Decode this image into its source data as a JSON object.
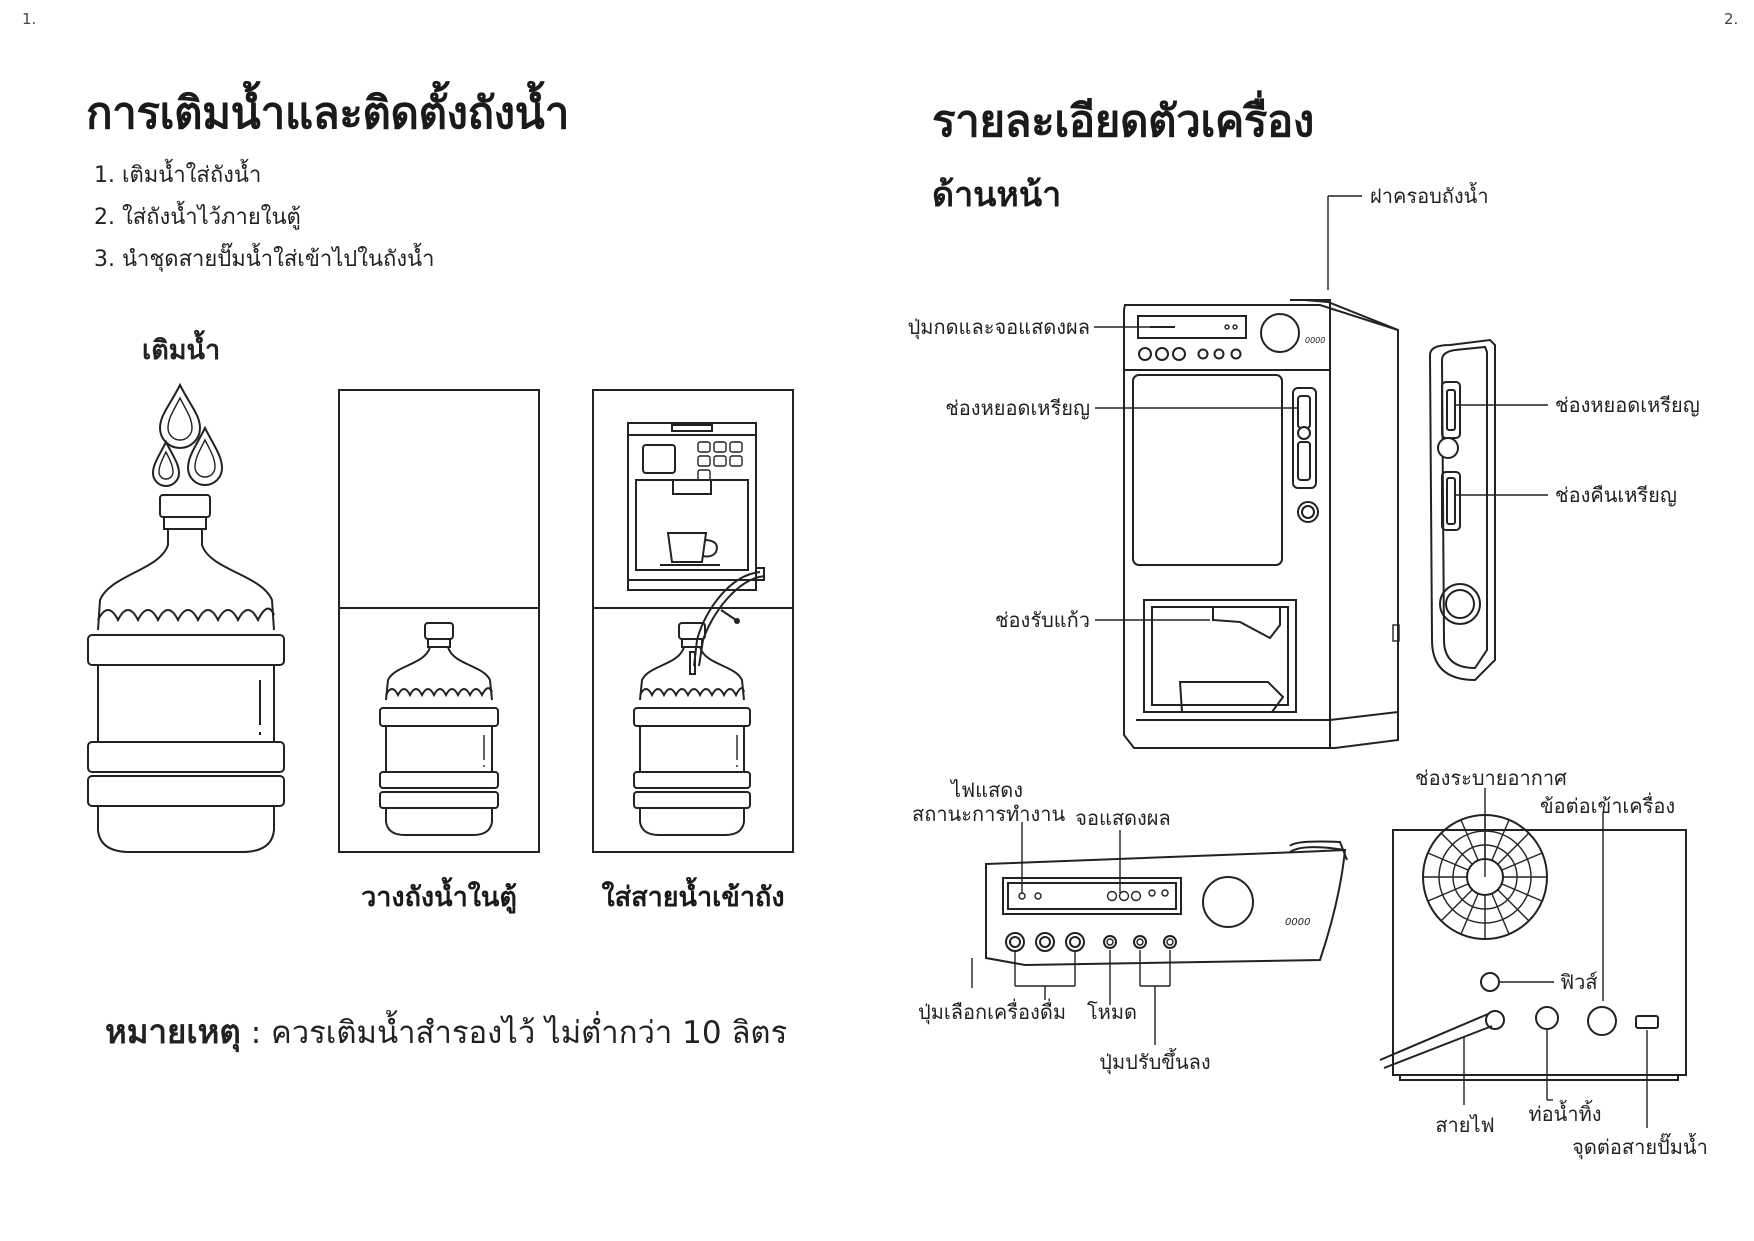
{
  "page_numbers": {
    "left": "1.",
    "right": "2."
  },
  "left": {
    "title": "การเติมน้ำและติดตั้งถังน้ำ",
    "steps": [
      "1.  เติมน้ำใส่ถังน้ำ",
      "2.  ใส่ถังน้ำไว้ภายในตู้",
      "3.  นำชุดสายปั๊มน้ำใส่เข้าไปในถังน้ำ"
    ],
    "fill_heading": "เติมน้ำ",
    "captions": {
      "place_tank": "วางถังน้ำในตู้",
      "insert_hose": "ใส่สายน้ำเข้าถัง"
    },
    "note_label": "หมายเหตุ",
    "note_text": " : ควรเติมน้ำสำรองไว้ ไม่ต่ำกว่า 10 ลิตร"
  },
  "right": {
    "title": "รายละเอียดตัวเครื่อง",
    "subtitle": "ด้านหน้า",
    "front_labels": {
      "lid": "ฝาครอบถังน้ำ",
      "buttons_display": "ปุ่มกดและจอแสดงผล",
      "coin_slot": "ช่องหยอดเหรียญ",
      "cup_area": "ช่องรับแก้ว",
      "coin_slot_side": "ช่องหยอดเหรียญ",
      "coin_return": "ช่องคืนเหรียญ"
    },
    "panel_labels": {
      "status_light_1": "ไฟแสดง",
      "status_light_2": "สถานะการทำงาน",
      "display": "จอแสดงผล",
      "drink_select": "ปุ่มเลือกเครื่องดื่ม",
      "mode": "โหมด",
      "adjust": "ปุ่มปรับขึ้นลง"
    },
    "back_labels": {
      "vent": "ช่องระบายอากาศ",
      "power_inlet": "ข้อต่อเข้าเครื่อง",
      "fuse": "ฟิวส์",
      "power_cord": "สายไฟ",
      "drain": "ท่อน้ำทิ้ง",
      "pump_hose": "จุดต่อสายปั๊มน้ำ"
    },
    "brand_mark": "0000"
  }
}
